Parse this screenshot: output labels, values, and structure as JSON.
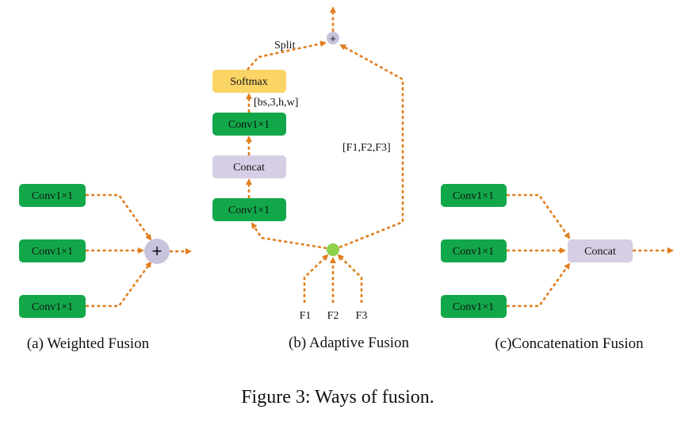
{
  "colors": {
    "conv": "#12a84a",
    "concat": "#d6cee4",
    "softmax": "#fbd466",
    "arrow": "#e07f1f",
    "plus_node": "#c9c2dc",
    "sum_node": "#a7c4e8",
    "green_node": "#8fd14a"
  },
  "weighted": {
    "conv_labels": [
      "Conv1×1",
      "Conv1×1",
      "Conv1×1"
    ],
    "plus_symbol": "+",
    "caption": "(a) Weighted  Fusion"
  },
  "adaptive": {
    "conv_bottom": "Conv1×1",
    "concat": "Concat",
    "conv_top": "Conv1×1",
    "softmax": "Softmax",
    "shape_label": "[bs,3,h,w]",
    "split_label": "Split",
    "features_label": "[F1,F2,F3]",
    "plus_symbol": "+",
    "inputs": [
      "F1",
      "F2",
      "F3"
    ],
    "caption": "(b) Adaptive Fusion"
  },
  "concatenation": {
    "conv_labels": [
      "Conv1×1",
      "Conv1×1",
      "Conv1×1"
    ],
    "concat": "Concat",
    "caption": "(c)Concatenation Fusion"
  },
  "figure_caption": "Figure 3: Ways of fusion."
}
